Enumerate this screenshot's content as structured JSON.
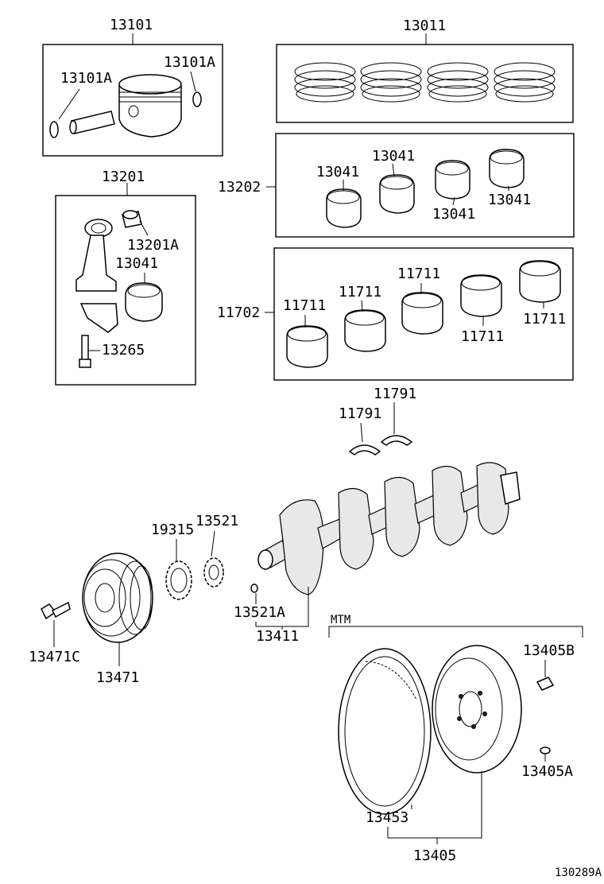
{
  "labels": {
    "piston_group": "13101",
    "piston_pin_left": "13101A",
    "piston_pin_right": "13101A",
    "ring_set": "13011",
    "conrod_group": "13201",
    "conrod_bushing": "13201A",
    "conrod_bearing": "13041",
    "conrod_bolt": "13265",
    "conrod_bearing_set": "13202",
    "conrod_bearing_1": "13041",
    "conrod_bearing_2": "13041",
    "conrod_bearing_3": "13041",
    "conrod_bearing_4": "13041",
    "main_bearing_set": "11702",
    "main_bearing_1": "11711",
    "main_bearing_2": "11711",
    "main_bearing_3": "11711",
    "main_bearing_4": "11711",
    "main_bearing_5": "11711",
    "thrust_washer_upper": "11791",
    "thrust_washer_lower": "11791",
    "crank_sprocket": "13521",
    "oil_pump_drive": "19315",
    "crank_key": "13521A",
    "crankshaft": "13411",
    "pulley_bolt": "13471C",
    "crank_pulley": "13471",
    "transmission_group": "MTM",
    "flywheel_bolt": "13405B",
    "flywheel_dowel": "13405A",
    "ring_gear": "13453",
    "flywheel": "13405",
    "figure_id": "130289A"
  }
}
